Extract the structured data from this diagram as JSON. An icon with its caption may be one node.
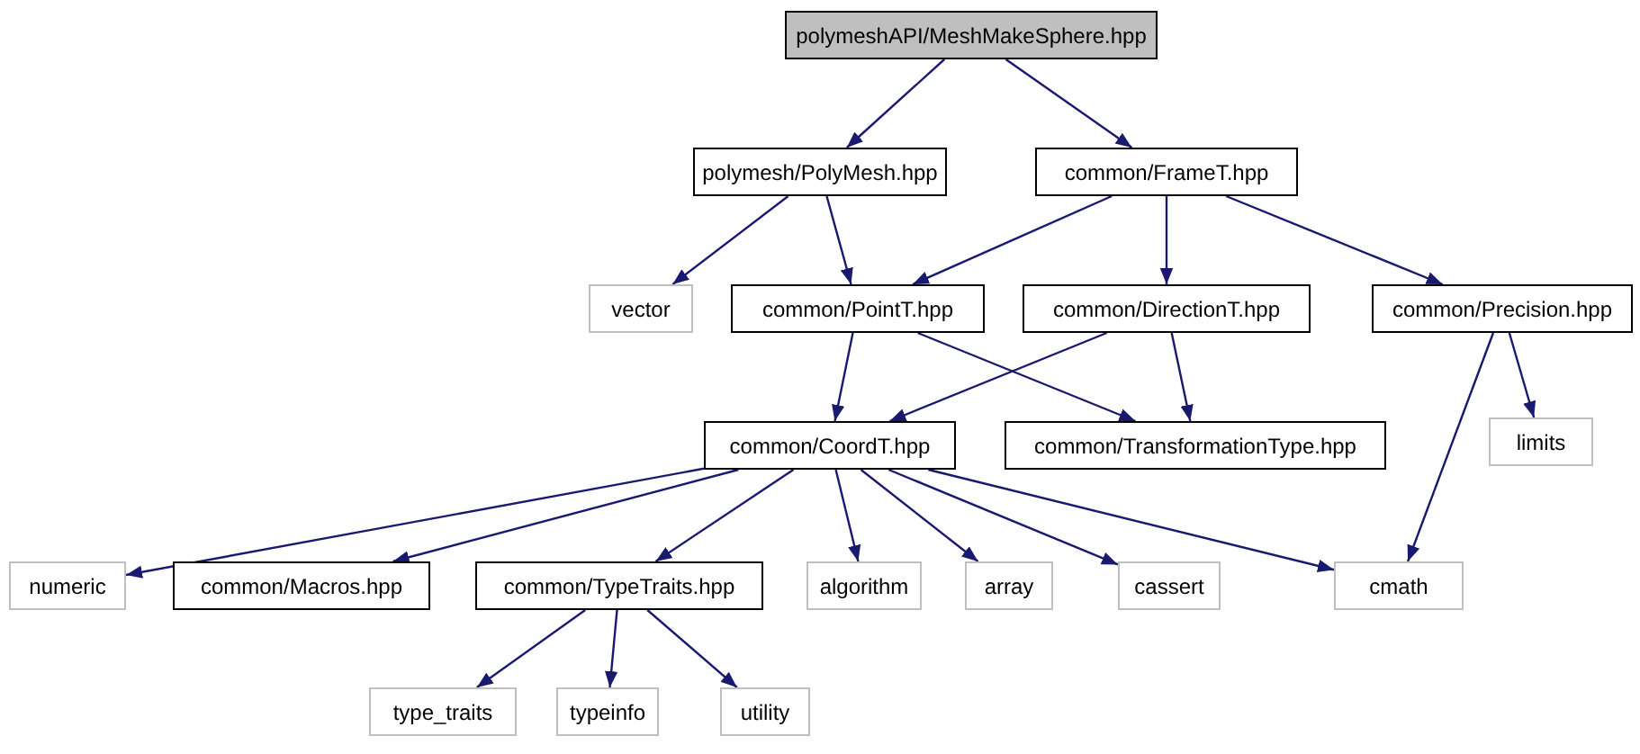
{
  "diagram": {
    "nodes": [
      {
        "text": [
          "polymeshAPI/MeshMakeSphere.hpp"
        ]
      },
      {
        "text": [
          "polymesh/PolyMesh.hpp"
        ]
      },
      {
        "text": [
          "common/FrameT.hpp"
        ]
      },
      {
        "text": [
          "vector"
        ]
      },
      {
        "text": [
          "common/PointT.hpp"
        ]
      },
      {
        "text": [
          "common/DirectionT.hpp"
        ]
      },
      {
        "text": [
          "common/Precision.hpp"
        ]
      },
      {
        "text": [
          "common/CoordT.hpp"
        ]
      },
      {
        "text": [
          "common/TransformationType.hpp"
        ]
      },
      {
        "text": [
          "limits"
        ]
      },
      {
        "text": [
          "numeric"
        ]
      },
      {
        "text": [
          "common/Macros.hpp"
        ]
      },
      {
        "text": [
          "common/TypeTraits.hpp"
        ]
      },
      {
        "text": [
          "algorithm"
        ]
      },
      {
        "text": [
          "array"
        ]
      },
      {
        "text": [
          "cassert"
        ]
      },
      {
        "text": [
          "cmath"
        ]
      },
      {
        "text": [
          "type_traits"
        ]
      },
      {
        "text": [
          "typeinfo"
        ]
      },
      {
        "text": [
          "utility"
        ]
      }
    ],
    "edges": [
      {
        "from": 0,
        "to": 1,
        "arrow": "to"
      },
      {
        "from": 0,
        "to": 2,
        "arrow": "to"
      },
      {
        "from": 1,
        "to": 3,
        "arrow": "to"
      },
      {
        "from": 1,
        "to": 4,
        "arrow": "to"
      },
      {
        "from": 2,
        "to": 4,
        "arrow": "to"
      },
      {
        "from": 2,
        "to": 5,
        "arrow": "to"
      },
      {
        "from": 2,
        "to": 6,
        "arrow": "to"
      },
      {
        "from": 4,
        "to": 7,
        "arrow": "to"
      },
      {
        "from": 4,
        "to": 8,
        "arrow": "to"
      },
      {
        "from": 5,
        "to": 7,
        "arrow": "to"
      },
      {
        "from": 5,
        "to": 8,
        "arrow": "to"
      },
      {
        "from": 6,
        "to": 9,
        "arrow": "to"
      },
      {
        "from": 6,
        "to": 16,
        "arrow": "to"
      },
      {
        "from": 7,
        "to": 10,
        "arrow": "to"
      },
      {
        "from": 7,
        "to": 11,
        "arrow": "to"
      },
      {
        "from": 7,
        "to": 12,
        "arrow": "to"
      },
      {
        "from": 7,
        "to": 13,
        "arrow": "to"
      },
      {
        "from": 7,
        "to": 14,
        "arrow": "to"
      },
      {
        "from": 7,
        "to": 15,
        "arrow": "to"
      },
      {
        "from": 7,
        "to": 16,
        "arrow": "to"
      },
      {
        "from": 12,
        "to": 17,
        "arrow": "to"
      },
      {
        "from": 12,
        "to": 18,
        "arrow": "to"
      },
      {
        "from": 12,
        "to": 19,
        "arrow": "to"
      }
    ]
  }
}
